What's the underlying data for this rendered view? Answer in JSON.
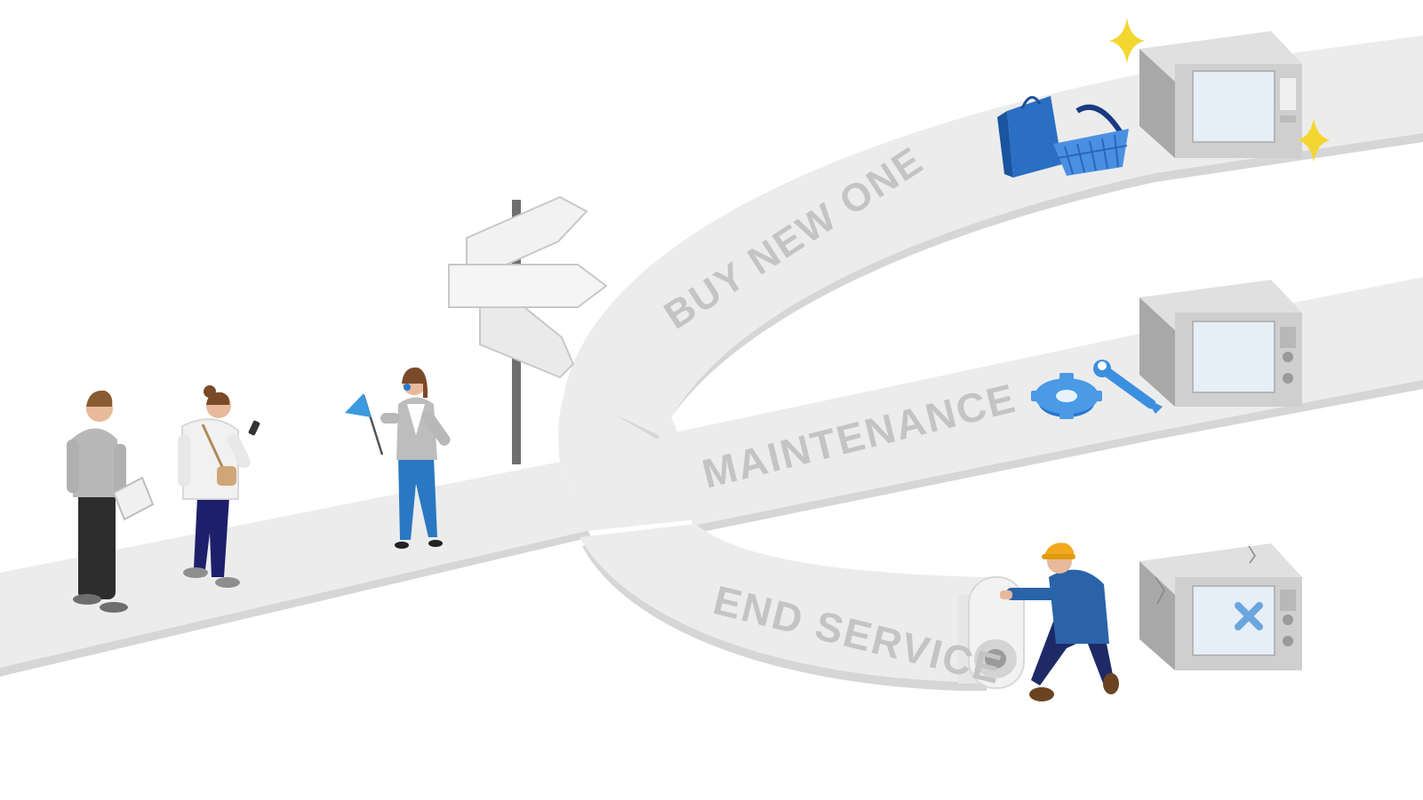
{
  "roads": {
    "buy_new": {
      "label": "BUY NEW ONE"
    },
    "maintenance": {
      "label": "MAINTENANCE"
    },
    "end_service": {
      "label": "END SERVICE"
    }
  },
  "icons": {
    "signpost": "signpost-icon",
    "shopping_bag": "shopping-bag-icon",
    "shopping_basket": "shopping-basket-icon",
    "gear": "gear-icon",
    "wrench": "wrench-icon",
    "sparkle": "sparkle-icon",
    "broken_x": "x-mark-icon",
    "flag": "flag-icon"
  },
  "colors": {
    "road": "#ececec",
    "road_edge": "#d2d2d2",
    "label": "#c4c4c4",
    "accent_blue": "#2a78d0",
    "sparkle": "#f3d630",
    "appliance": "#c9c9c9",
    "screen": "#e6eef8"
  }
}
